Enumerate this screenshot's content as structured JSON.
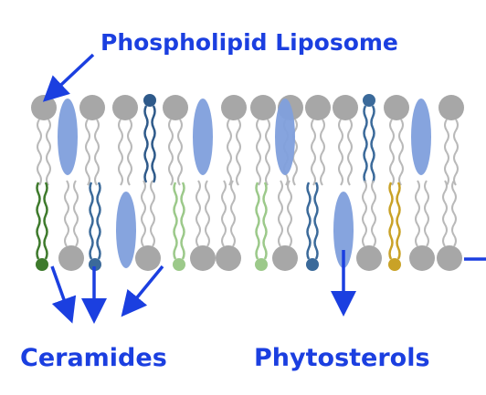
{
  "labels": {
    "liposome": "Phospholipid Liposome",
    "ceramides": "Ceramides",
    "phytosterols": "Phytosterols"
  },
  "colors": {
    "label_text": "#1b3fe0",
    "arrow": "#1b3fe0",
    "phospholipid_head": "#a7a7a7",
    "phospholipid_tail": "#b9b9b9",
    "sterol": "#7f9fdc",
    "ceramide_dark_green": "#3e7a2c",
    "ceramide_blue": "#3b6a9a",
    "ceramide_light_green": "#9cc98a",
    "ceramide_gold": "#c9a227",
    "ceramide_navy": "#2f5a8a"
  },
  "components": {
    "upper_leaflet": [
      "phospholipid",
      "sterol",
      "phospholipid",
      "phospholipid",
      "ceramide_navy",
      "phospholipid",
      "sterol",
      "phospholipid",
      "phospholipid",
      "phospholipid",
      "sterol",
      "phospholipid",
      "phospholipid",
      "ceramide_blue",
      "phospholipid",
      "sterol",
      "phospholipid"
    ],
    "lower_leaflet": [
      "ceramide_dark_green",
      "phospholipid",
      "ceramide_blue",
      "sterol",
      "phospholipid",
      "ceramide_light_green",
      "phospholipid",
      "phospholipid",
      "ceramide_light_green",
      "phospholipid",
      "ceramide_blue",
      "sterol",
      "phospholipid",
      "ceramide_gold",
      "phospholipid",
      "phospholipid"
    ]
  }
}
